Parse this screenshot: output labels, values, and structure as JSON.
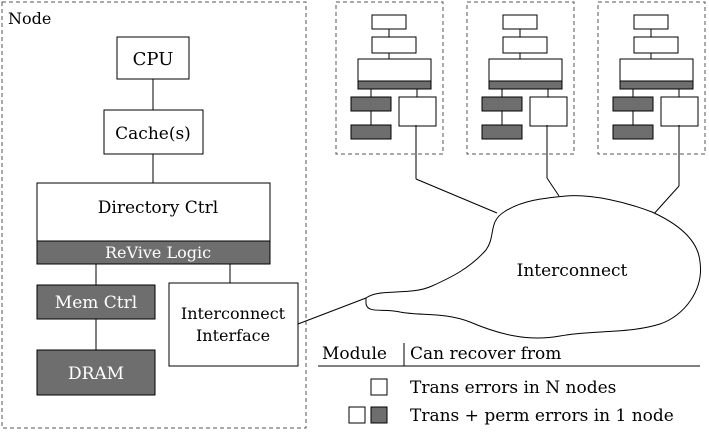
{
  "node": {
    "label": "Node",
    "cpu": "CPU",
    "cache": "Cache(s)",
    "directory_ctrl": "Directory Ctrl",
    "revive_logic": "ReVive Logic",
    "mem_ctrl": "Mem Ctrl",
    "dram": "DRAM",
    "interconnect_interface_line1": "Interconnect",
    "interconnect_interface_line2": "Interface"
  },
  "interconnect": {
    "label": "Interconnect"
  },
  "legend": {
    "col_module": "Module",
    "col_recover": "Can recover from",
    "row1": "Trans errors in N nodes",
    "row2": "Trans + perm errors in 1 node"
  },
  "colors": {
    "gray": "#6e6e6e",
    "border": "#000000",
    "dashed": "#555555"
  }
}
